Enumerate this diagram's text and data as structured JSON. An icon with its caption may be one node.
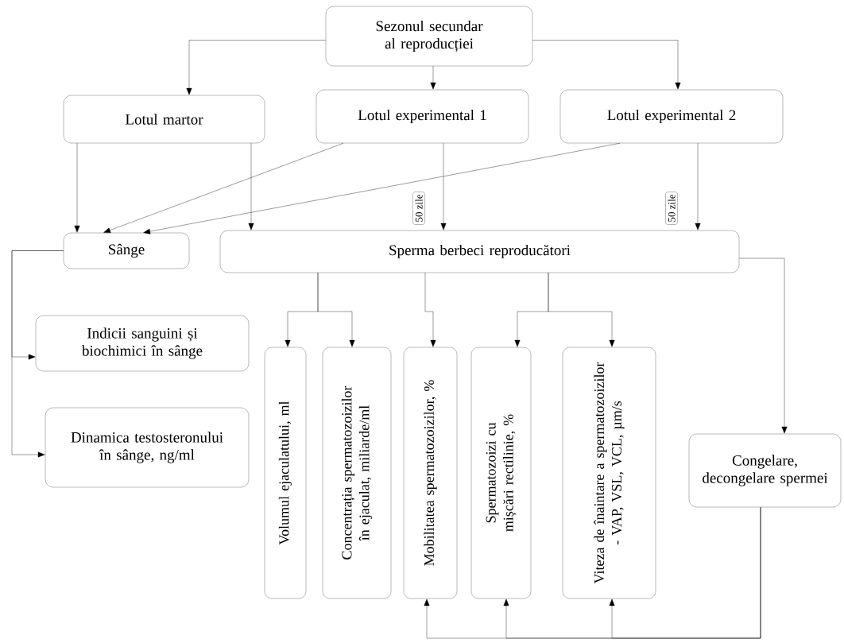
{
  "diagram": {
    "nodes": [
      {
        "text": [
          "Sezonul secundar al reproducției"
        ]
      },
      {
        "text": [
          "Lotul martor"
        ]
      },
      {
        "text": [
          "Lotul experimental 1"
        ]
      },
      {
        "text": [
          "Lotul experimental 2"
        ]
      },
      {
        "text": [
          "Sânge"
        ]
      },
      {
        "text": [
          "Sperma berbeci reproducători"
        ]
      },
      {
        "text": [
          "Indicii sanguini și biochimici în sânge"
        ]
      },
      {
        "text": [
          "Dinamica testosteronului în sânge, ng/ml"
        ]
      },
      {
        "text": [
          "Volumul ejaculatului, ml"
        ]
      },
      {
        "text": [
          "Concentrația spermatozoizilor în ejaculat, miliarde/ml"
        ]
      },
      {
        "text": [
          "Mobilitatea spermatozoizilor, %"
        ]
      },
      {
        "text": [
          "Spermatozoizi cu mișcări rectilinie, %"
        ]
      },
      {
        "text": [
          "Viteza de înaintare a spermatozoizilor - VAP, VSL, VCL, µm/s"
        ]
      },
      {
        "text": [
          "Congelare, decongelare spermei"
        ]
      }
    ],
    "edges": [
      {
        "from": 0,
        "to": 1,
        "arrow": "to"
      },
      {
        "from": 0,
        "to": 2,
        "arrow": "to"
      },
      {
        "from": 0,
        "to": 3,
        "arrow": "to"
      },
      {
        "from": 1,
        "to": 4,
        "arrow": "to"
      },
      {
        "from": 1,
        "to": 5,
        "arrow": "to"
      },
      {
        "from": 2,
        "to": 4,
        "arrow": "to"
      },
      {
        "from": 2,
        "to": 5,
        "arrow": "to",
        "label": "50 zile"
      },
      {
        "from": 3,
        "to": 4,
        "arrow": "to"
      },
      {
        "from": 3,
        "to": 5,
        "arrow": "to",
        "label": "50 zile"
      },
      {
        "from": 4,
        "to": 6,
        "arrow": "to"
      },
      {
        "from": 4,
        "to": 7,
        "arrow": "to"
      },
      {
        "from": 5,
        "to": 8,
        "arrow": "to"
      },
      {
        "from": 5,
        "to": 9,
        "arrow": "to"
      },
      {
        "from": 5,
        "to": 10,
        "arrow": "to"
      },
      {
        "from": 5,
        "to": 11,
        "arrow": "to"
      },
      {
        "from": 5,
        "to": 12,
        "arrow": "to"
      },
      {
        "from": 5,
        "to": 13,
        "arrow": "to"
      },
      {
        "from": 13,
        "to": 10,
        "arrow": "to"
      },
      {
        "from": 13,
        "to": 11,
        "arrow": "to"
      },
      {
        "from": 13,
        "to": 12,
        "arrow": "to"
      }
    ]
  }
}
